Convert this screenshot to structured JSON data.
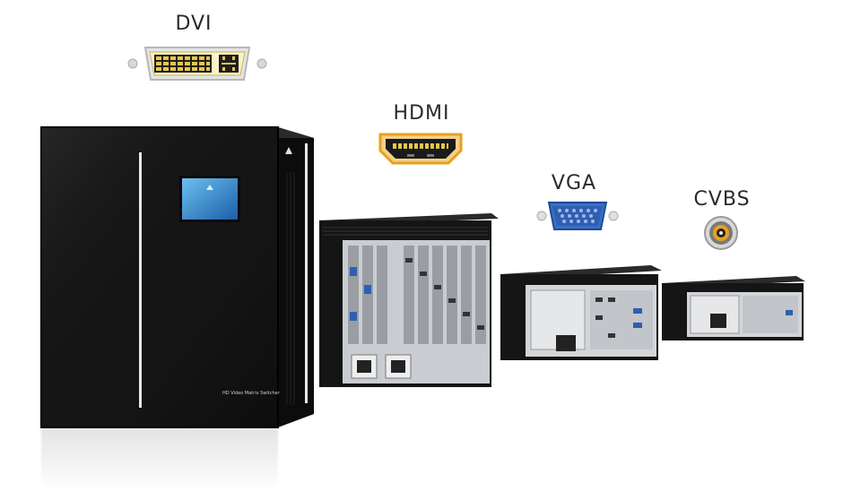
{
  "labels": {
    "dvi": "DVI",
    "hdmi": "HDMI",
    "vga": "VGA",
    "cvbs": "CVBS"
  },
  "device": {
    "front_text": "HD Video Matrix Switcher"
  },
  "colors": {
    "chassis": "#151515",
    "panel": "#c9ccd0",
    "screen": "#2d7fc3",
    "hdmi_accent": "#e8a020",
    "vga_blue": "#2f5fb0",
    "dvi_gold": "#e8c64a"
  }
}
